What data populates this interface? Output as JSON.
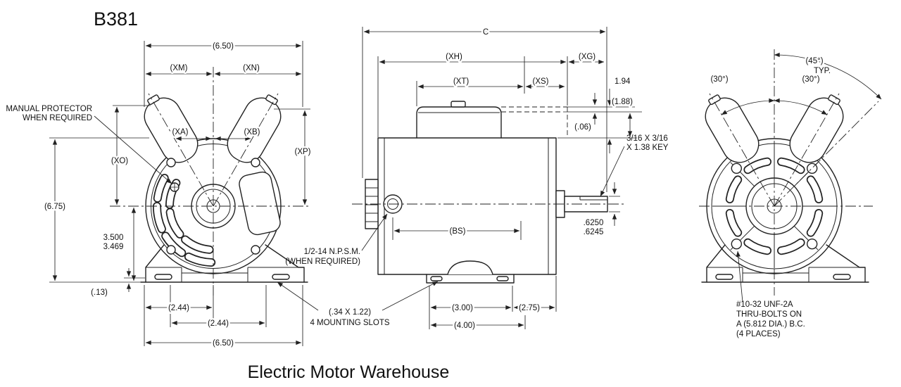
{
  "title": "B381",
  "footer": "Electric Motor Warehouse",
  "colors": {
    "line": "#222222",
    "background": "#ffffff"
  },
  "front": {
    "dim_width_top": "(6.50)",
    "dim_xm": "(XM)",
    "dim_xn": "(XN)",
    "note_protector_1": "MANUAL PROTECTOR",
    "note_protector_2": "WHEN REQUIRED",
    "dim_xa": "(XA)",
    "dim_xb": "(XB)",
    "dim_xo": "(XO)",
    "dim_xp": "(XP)",
    "dim_height": "(6.75)",
    "dim_shaft_height_max": "3.500",
    "dim_shaft_height_min": "3.469",
    "dim_base_lip": "(.13)",
    "dim_slot_left": "(2.44)",
    "dim_slot_right": "(2.44)",
    "dim_width_bottom": "(6.50)"
  },
  "side": {
    "dim_c": "C",
    "dim_xh": "(XH)",
    "dim_xg": "(XG)",
    "dim_xt": "(XT)",
    "dim_xs": "(XS)",
    "dim_box_height": "1.94",
    "dim_box_inner": "(1.88)",
    "dim_box_gap": "(.06)",
    "note_key_1": "3/16 X 3/16",
    "note_key_2": "X 1.38 KEY",
    "dim_bs": "(BS)",
    "note_npsm_1": "1/2-14 N.P.S.M.",
    "note_npsm_2": "(WHEN REQUIRED)",
    "dim_shaft_dia_max": ".6250",
    "dim_shaft_dia_min": ".6245",
    "dim_foot_300": "(3.00)",
    "dim_foot_275": "(2.75)",
    "dim_foot_400": "(4.00)",
    "note_slots_1": "(.34 X 1.22)",
    "note_slots_2": "4 MOUNTING SLOTS"
  },
  "rear": {
    "dim_45": "(45°)",
    "dim_typ": "TYP.",
    "dim_30_left": "(30°)",
    "dim_30_right": "(30°)",
    "note_bolts_1": "#10-32 UNF-2A",
    "note_bolts_2": "THRU-BOLTS ON",
    "note_bolts_3": "A (5.812 DIA.) B.C.",
    "note_bolts_4": "(4 PLACES)"
  }
}
